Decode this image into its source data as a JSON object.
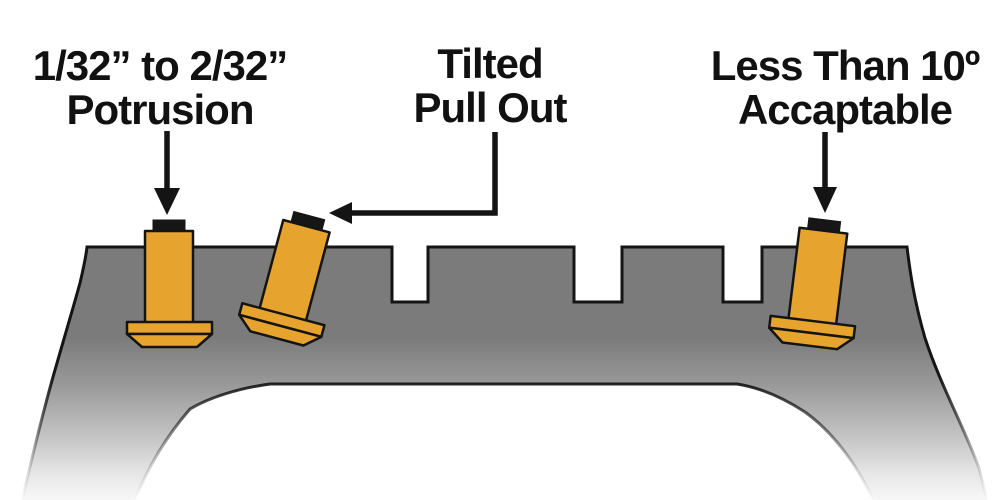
{
  "theme": {
    "stud-orange": "#e6a42e",
    "stud-black": "#161616",
    "tire-gray": "#7b7b7b",
    "outline": "#141414",
    "text-color": "#111111",
    "background": "#ffffff"
  },
  "diagram": {
    "annotations": {
      "protrusion": {
        "line1": "1/32” to 2/32”",
        "line2": "Potrusion"
      },
      "tilted": {
        "line1": "Tilted",
        "line2": "Pull Out"
      },
      "acceptable": {
        "line1": "Less Than 10º",
        "line2": "Accaptable"
      }
    },
    "icons": {
      "studs": [
        "stud-correct-protrusion",
        "stud-tilted-pull-out",
        "stud-acceptable-tilt"
      ],
      "arrows": [
        "arrow-down-icon",
        "elbow-arrow-left-icon",
        "arrow-down-icon"
      ],
      "surface": "tire-tread-cross-section"
    }
  }
}
